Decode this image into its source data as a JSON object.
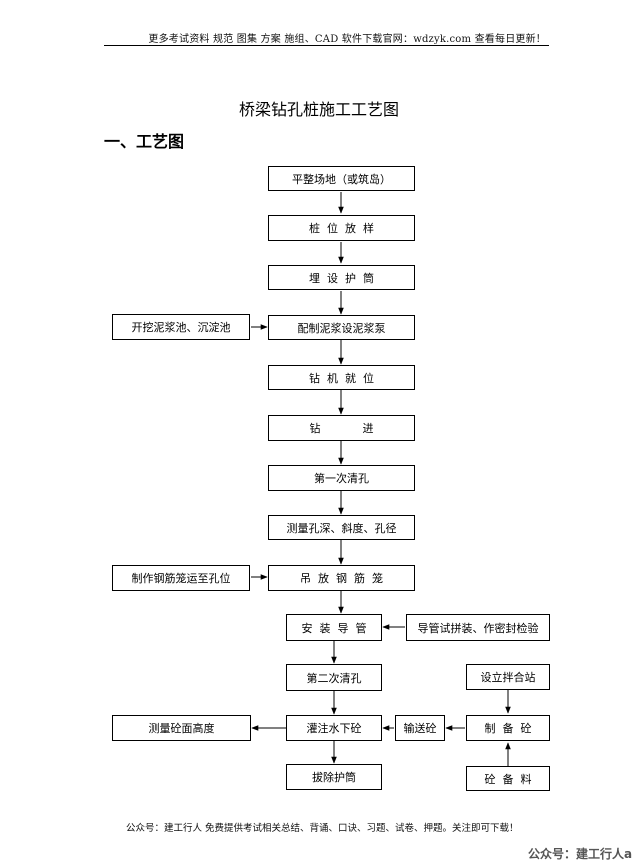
{
  "header": {
    "text": "更多考试资料 规范 图集 方案 施组、CAD 软件下载官网：wdzyk.com 查看每日更新！"
  },
  "title": "桥梁钻孔桩施工工艺图",
  "section_heading": "一、工艺图",
  "flow": {
    "main": [
      "平整场地（或筑岛）",
      "桩  位  放  样",
      "埋  设  护  筒",
      "配制泥浆设泥浆泵",
      "钻  机  就  位",
      "钻            进",
      "第一次清孔",
      "测量孔深、斜度、孔径",
      "吊  放  钢  筋  笼",
      "安  装  导  管",
      "第二次清孔",
      "灌注水下砼",
      "拔除护筒"
    ],
    "side": {
      "mud_pit": "开挖泥浆池、沉淀池",
      "rebar_cage": "制作钢筋笼运至孔位",
      "pipe_test": "导管试拼装、作密封检验",
      "mixing_station": "设立拌合站",
      "make_concrete": "制  备  砼",
      "convey_concrete": "输送砼",
      "measure_level": "测量砼面高度",
      "concrete_material": "砼  备  料"
    }
  },
  "footer": {
    "text": "公众号：建工行人  免费提供考试相关总结、背诵、口诀、习题、试卷、押题。关注即可下载！"
  },
  "watermark": "公众号：建工行人a"
}
